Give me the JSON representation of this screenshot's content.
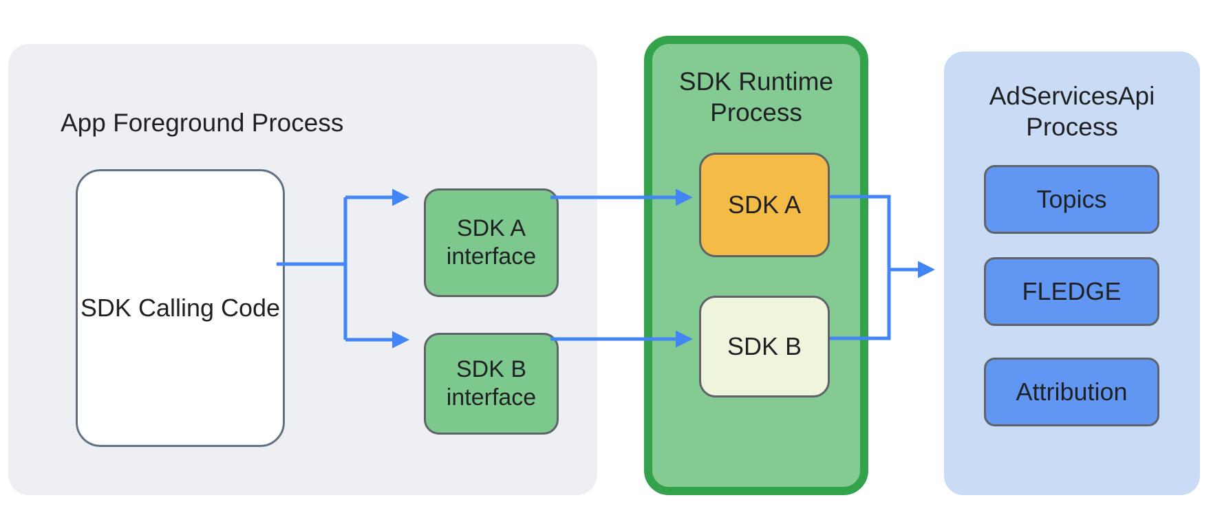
{
  "diagram": {
    "app_process": {
      "title": "App Foreground Process",
      "sdk_calling_code": "SDK Calling Code",
      "sdk_a_interface": "SDK A interface",
      "sdk_b_interface": "SDK B interface"
    },
    "sdk_runtime_process": {
      "title": "SDK Runtime Process",
      "sdk_a": "SDK A",
      "sdk_b": "SDK B"
    },
    "adservices_process": {
      "title": "AdServicesApi Process",
      "apis": [
        "Topics",
        "FLEDGE",
        "Attribution"
      ]
    },
    "colors": {
      "arrow_blue": "#4285f4",
      "container_gray": "#edeff2",
      "container_green_fill": "#84ca93",
      "container_green_border": "#34a24b",
      "container_blue": "#cadcf5",
      "box_green": "#7dc98d",
      "box_amber": "#f4bc47",
      "box_pale": "#eff5dc",
      "box_blue": "#6197f3",
      "box_border_gray": "#5f6368"
    }
  }
}
